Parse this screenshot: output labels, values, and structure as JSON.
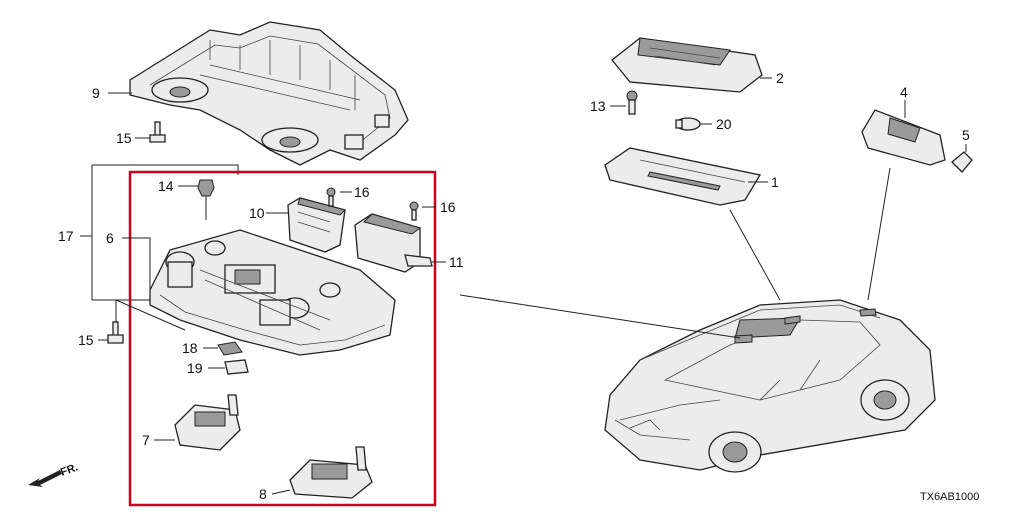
{
  "callouts": {
    "c1": "1",
    "c2": "2",
    "c4": "4",
    "c5": "5",
    "c6": "6",
    "c7": "7",
    "c8": "8",
    "c9": "9",
    "c10": "10",
    "c11": "11",
    "c13": "13",
    "c14": "14",
    "c15a": "15",
    "c15b": "15",
    "c16a": "16",
    "c16b": "16",
    "c17": "17",
    "c18": "18",
    "c19": "19",
    "c20": "20"
  },
  "front_label": "FR.",
  "diagram_code": "TX6AB1000",
  "colors": {
    "highlight": "#d0021b",
    "line": "#222222",
    "fill": "#ececec"
  }
}
